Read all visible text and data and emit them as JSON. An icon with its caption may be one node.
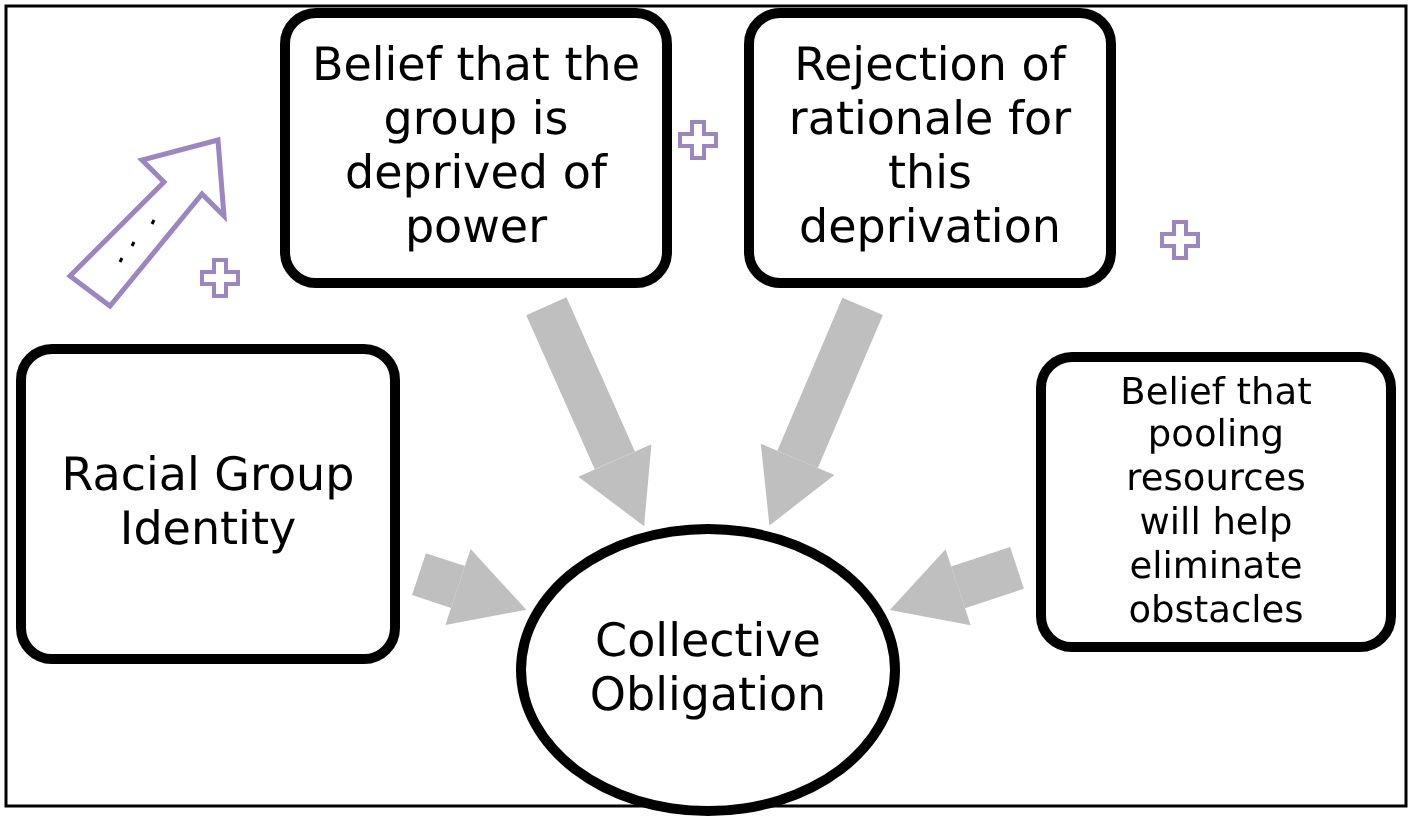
{
  "diagram": {
    "nodes": [
      {
        "text": [
          "Belief that the group is deprived of power"
        ]
      },
      {
        "text": [
          "Rejection of rationale for this deprivation"
        ]
      },
      {
        "text": [
          "Racial Group Identity"
        ]
      },
      {
        "text": [
          "Belief that pooling resources will help eliminate obstacles"
        ]
      },
      {
        "text": [
          "Collective Obligation"
        ]
      }
    ],
    "edges": [
      {
        "from": 0,
        "to": 4,
        "arrow": "to"
      },
      {
        "from": 1,
        "to": 4,
        "arrow": "to"
      },
      {
        "from": 2,
        "to": 4,
        "arrow": "to"
      },
      {
        "from": 3,
        "to": 4,
        "arrow": "to"
      }
    ]
  }
}
